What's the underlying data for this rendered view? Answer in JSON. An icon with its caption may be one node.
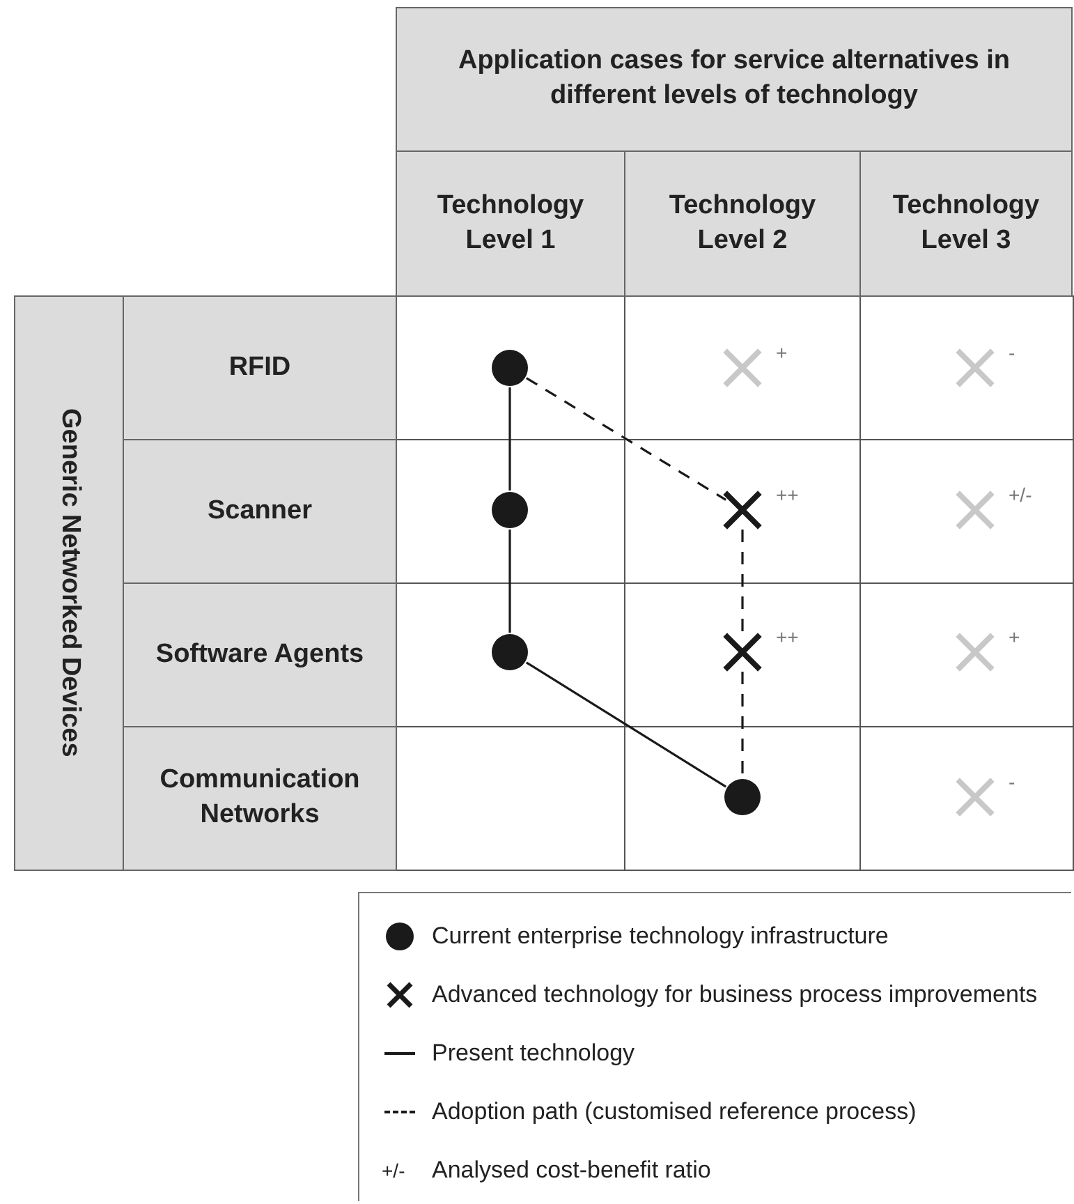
{
  "diagram": {
    "nodes": [
      {
        "text": [
          "Application cases for service alternatives in different levels of technology"
        ]
      },
      {
        "text": [
          "Technology Level 1"
        ]
      },
      {
        "text": [
          "Technology Level 2"
        ]
      },
      {
        "text": [
          "Technology Level 3"
        ]
      },
      {
        "text": [
          "Generic Networked Devices"
        ]
      },
      {
        "text": [
          "RFID"
        ]
      },
      {
        "text": [
          "Scanner"
        ]
      },
      {
        "text": [
          "Software Agents"
        ]
      },
      {
        "text": [
          "Communication Networks"
        ]
      },
      {
        "text": [],
        "shape": "circle"
      },
      {
        "text": [],
        "shape": "cross",
        "beside": [
          "+"
        ]
      },
      {
        "text": [],
        "shape": "cross",
        "beside": [
          "-"
        ]
      },
      {
        "text": [],
        "shape": "circle"
      },
      {
        "text": [],
        "shape": "cross",
        "beside": [
          "++"
        ]
      },
      {
        "text": [],
        "shape": "cross",
        "beside": [
          "+/-"
        ]
      },
      {
        "text": [],
        "shape": "circle"
      },
      {
        "text": [],
        "shape": "cross",
        "beside": [
          "++"
        ]
      },
      {
        "text": [],
        "shape": "cross",
        "beside": [
          "+"
        ]
      },
      {
        "text": [],
        "shape": "circle"
      },
      {
        "text": [],
        "shape": "cross",
        "beside": [
          "-"
        ]
      }
    ],
    "edges": [
      {
        "from": 9,
        "to": 12,
        "arrow": "none"
      },
      {
        "from": 12,
        "to": 15,
        "arrow": "none"
      },
      {
        "from": 15,
        "to": 18,
        "arrow": "none"
      },
      {
        "from": 9,
        "to": 13,
        "arrow": "none",
        "style": "dashed"
      },
      {
        "from": 13,
        "to": 16,
        "arrow": "none",
        "style": "dashed"
      },
      {
        "from": 16,
        "to": 18,
        "arrow": "none",
        "style": "dashed"
      }
    ],
    "labels": [
      "+/-"
    ],
    "legend": [
      {
        "text": "Current enterprise technology infrastructure"
      },
      {
        "text": "Advanced technology for business process improvements"
      },
      {
        "text": "Present technology"
      },
      {
        "text": "Adoption path (customised reference process)"
      },
      {
        "text": "Analysed cost-benefit ratio"
      }
    ]
  }
}
